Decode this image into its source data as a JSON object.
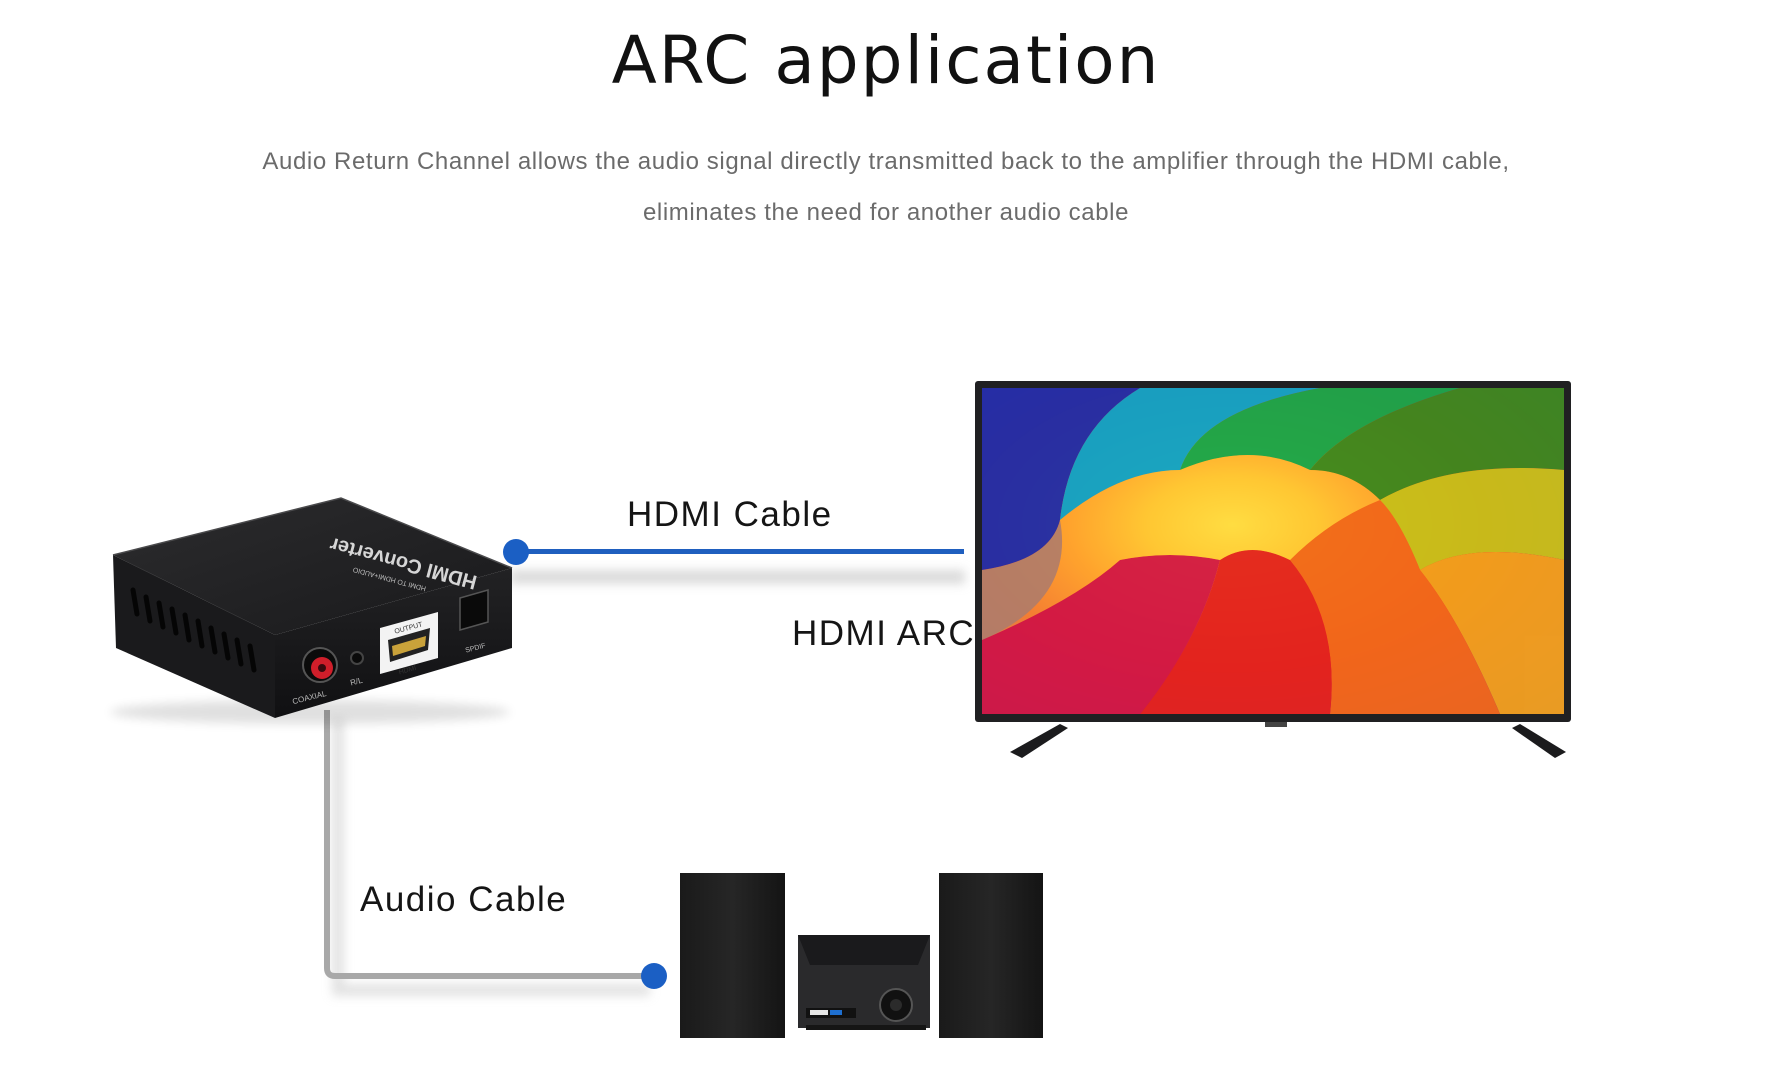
{
  "header": {
    "title": "ARC application",
    "subtitle_line1": "Audio Return Channel allows the audio signal directly transmitted back to the amplifier through the HDMI cable,",
    "subtitle_line2": "eliminates the need for another audio cable"
  },
  "labels": {
    "hdmi_cable": "HDMI Cable",
    "hdmi_arc": "HDMI ARC",
    "audio_cable": "Audio Cable"
  },
  "device": {
    "top_text": "HDMI Converter",
    "top_subtext": "HDMI TO HDMI+AUDIO",
    "port_coaxial": "COAXIAL",
    "port_rl": "R/L",
    "port_hdmi": "HDMI",
    "port_hdmi_output": "OUTPUT",
    "port_spdif": "SPDIF"
  },
  "colors": {
    "hdmi_cable": "#1f5fbf",
    "audio_cable": "#a8a8a8",
    "endpoint_dot": "#1b5fc4",
    "device_body": "#1c1c1e"
  },
  "icons": [
    "hdmi-converter-icon",
    "tv-icon",
    "speaker-system-icon"
  ]
}
